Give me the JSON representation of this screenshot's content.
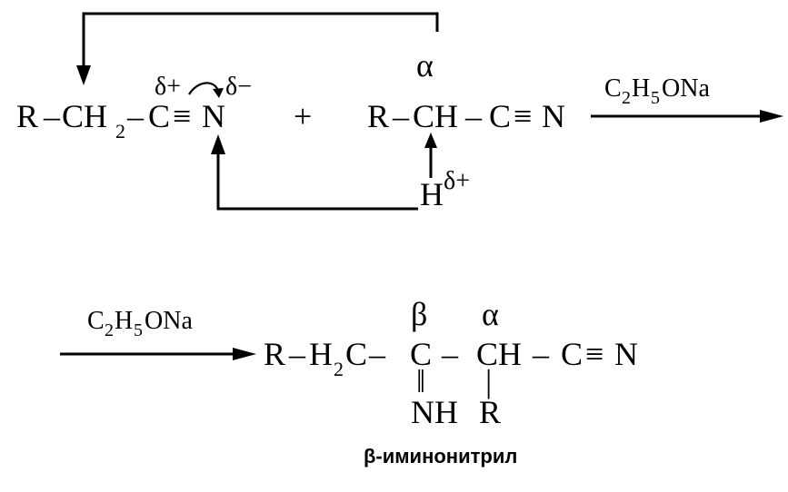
{
  "reaction_1": {
    "reactant_1": {
      "r": "R",
      "bond_1": "–",
      "ch": "CH",
      "ch_sub": "2",
      "bond_2": "–",
      "c": "C",
      "triple": "≡",
      "n": "N",
      "delta_plus": "δ+",
      "delta_minus": "δ−"
    },
    "plus": "+",
    "reactant_2": {
      "alpha": "α",
      "r": "R",
      "bond_1": "–",
      "ch": "CH",
      "bond_2": "–",
      "c": "C",
      "triple": "≡",
      "n": "N",
      "h": "H",
      "h_delta": "δ+"
    },
    "reagent": {
      "c": "C",
      "c_sub": "2",
      "h": "H",
      "h_sub": "5",
      "ona": "ONa"
    }
  },
  "reaction_2": {
    "reagent": {
      "c": "C",
      "c_sub": "2",
      "h": "H",
      "h_sub": "5",
      "ona": "ONa"
    },
    "product": {
      "r": "R",
      "bond_1": "–",
      "h2c_h": "H",
      "h2c_sub": "2",
      "h2c_c": "C",
      "bond_2": "–",
      "c_beta": "C",
      "beta": "β",
      "bond_3": "–",
      "ch": "CH",
      "alpha": "α",
      "bond_4": "–",
      "c": "C",
      "triple": "≡",
      "n": "N",
      "double_bond": "‖",
      "nh": "NH",
      "r_sub": "R",
      "single_bond_down": "|"
    },
    "caption": "β-иминонитрил"
  }
}
